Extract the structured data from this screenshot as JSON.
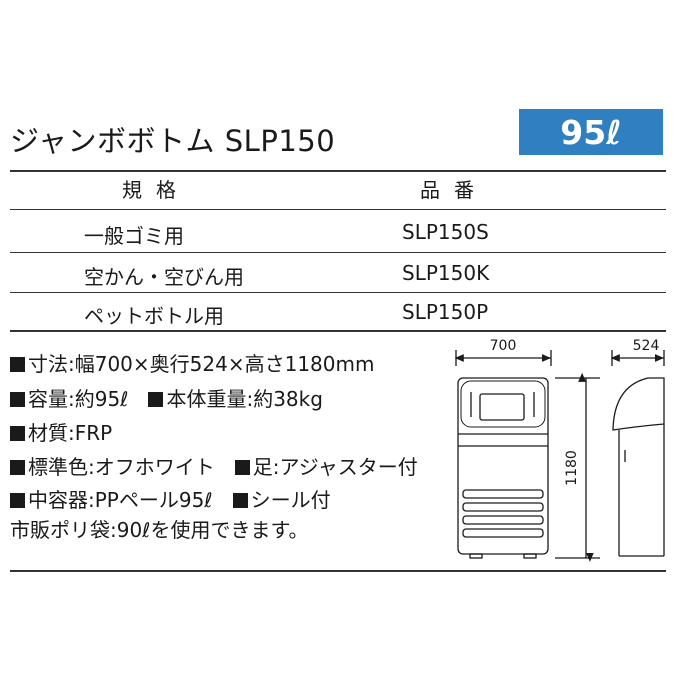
{
  "product": {
    "title": "ジャンボボトム SLP150",
    "capacity": "95ℓ"
  },
  "table": {
    "headers": [
      "規格",
      "品番"
    ],
    "rows": [
      {
        "spec": "一般ゴミ用",
        "code": "SLP150S"
      },
      {
        "spec": "空かん・空びん用",
        "code": "SLP150K"
      },
      {
        "spec": "ペットボトル用",
        "code": "SLP150P"
      }
    ]
  },
  "specs": {
    "dimensions": "寸法:幅700×奥行524×高さ1180mm",
    "capacity": "容量:約95ℓ",
    "weight": "本体重量:約38kg",
    "material": "材質:FRP",
    "color": "標準色:オフホワイト",
    "foot": "足:アジャスター付",
    "inner": "中容器:PPペール95ℓ",
    "seal": "シール付",
    "bag": "市販ポリ袋:90ℓを使用できます。"
  },
  "drawing": {
    "width": "700",
    "depth": "524",
    "height": "1180"
  },
  "colors": {
    "badge": "#2f7fc1",
    "text": "#1a1a1a"
  }
}
